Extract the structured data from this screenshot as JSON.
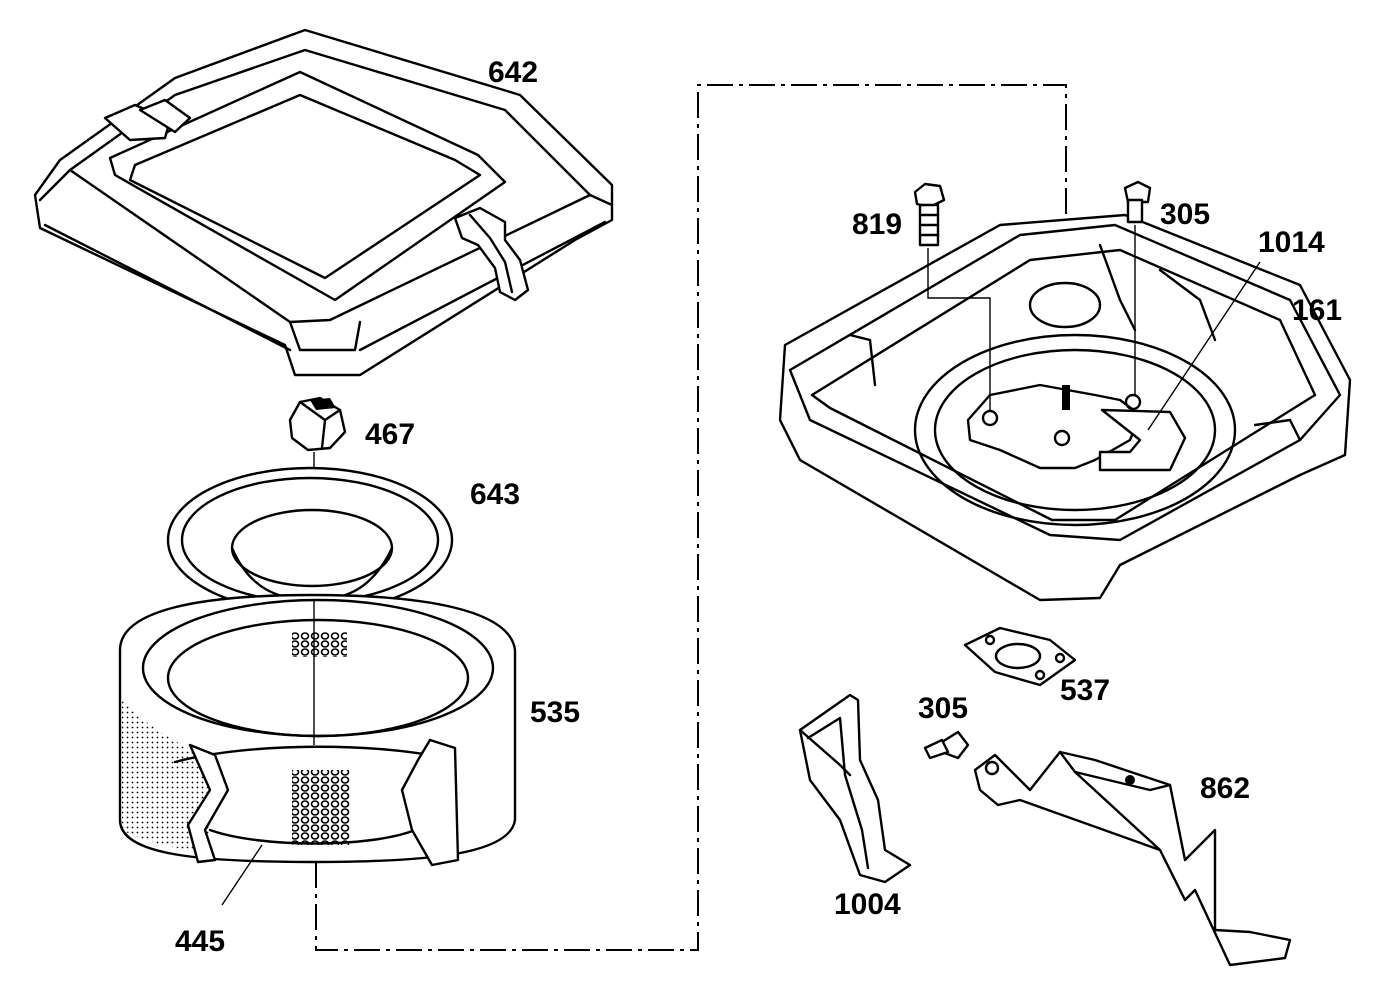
{
  "labels": {
    "p642": "642",
    "p467": "467",
    "p643": "643",
    "p535": "535",
    "p445": "445",
    "p819": "819",
    "p305a": "305",
    "p1014": "1014",
    "p161": "161",
    "p537": "537",
    "p305b": "305",
    "p862": "862",
    "p1004": "1004"
  }
}
